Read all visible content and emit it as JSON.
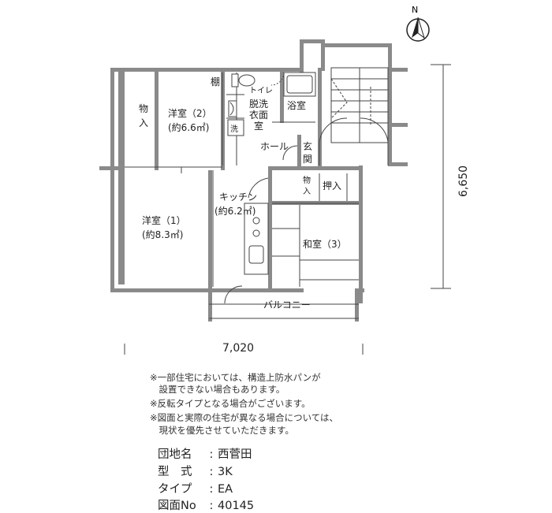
{
  "plan": {
    "compass": "N",
    "rooms": {
      "storage_left": "物入",
      "western2_name": "洋室（2）",
      "western2_area": "(約6.6㎡)",
      "shelf": "棚",
      "toilet": "トイレ",
      "washroom": "脱洗衣面室",
      "wash_symbol": "洗",
      "bathroom": "浴室",
      "hall": "ホール",
      "entrance": "玄関",
      "western1_name": "洋室（1）",
      "western1_area": "(約8.3㎡)",
      "kitchen_name": "キッチン",
      "kitchen_area": "(約6.2㎡)",
      "storage_small": "物入",
      "closet": "押入",
      "japanese_room": "和室（3）",
      "balcony": "バルコニー"
    },
    "dimensions": {
      "width": "7,020",
      "height": "6,650"
    }
  },
  "notes": [
    "※一部住宅においては、構造上防水パンが",
    "　設置できない場合もあります。",
    "※反転タイプとなる場合がございます。",
    "※図面と実際の住宅が異なる場合については、",
    "　現状を優先させていただきます。"
  ],
  "info": {
    "complex_label": "団地名",
    "complex_value": "西菅田",
    "type_label": "型　式",
    "type_value": "3K",
    "variant_label": "タイプ",
    "variant_value": "EA",
    "drawing_label": "図面No",
    "drawing_value": "40145",
    "sep": ":"
  }
}
